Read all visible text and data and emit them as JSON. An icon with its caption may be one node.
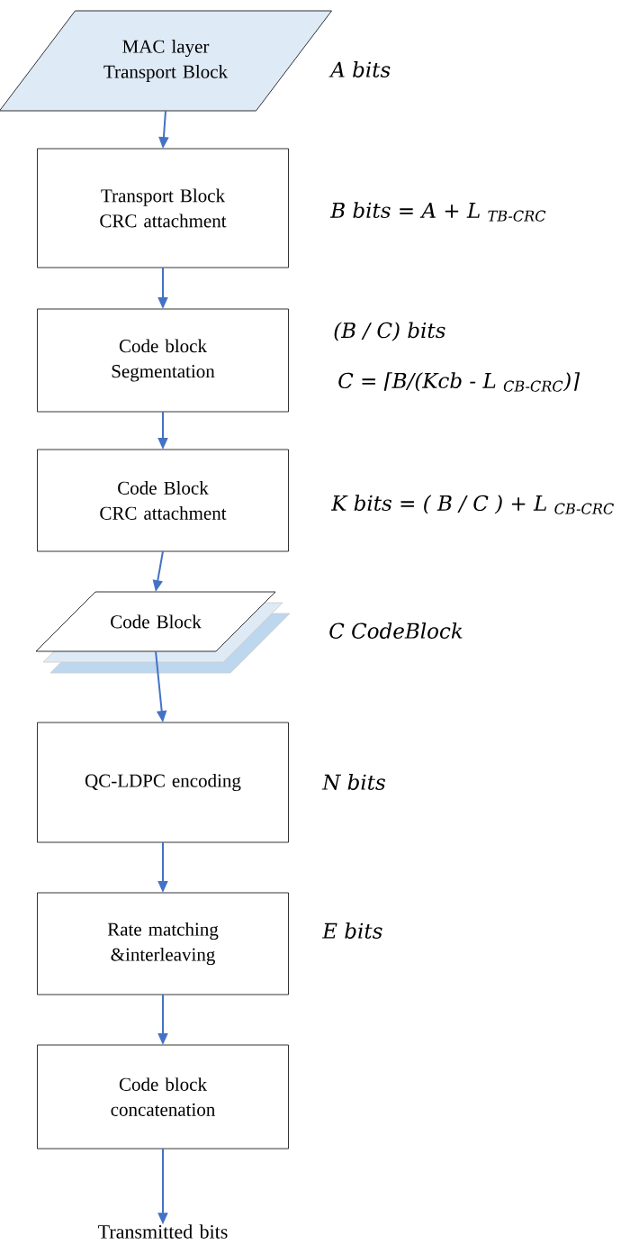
{
  "diagram": {
    "nodes": [
      {
        "text": [
          "MAC layer Transport Block"
        ],
        "beside": [
          "A bits"
        ]
      },
      {
        "text": [
          "Transport Block CRC attachment"
        ],
        "beside": [
          "B bits = A + L $_{TB-CRC}$"
        ]
      },
      {
        "text": [
          "Code block Segmentation"
        ],
        "beside": [
          "(B / C) bits",
          "C = ⌈B/(Kcb - L $_{CB-CRC}$)⌉"
        ]
      },
      {
        "text": [
          "Code Block CRC attachment"
        ],
        "beside": [
          "K bits = ( B / C ) + L $_{CB-CRC}$"
        ]
      },
      {
        "text": [
          "Code Block"
        ],
        "beside": [
          "C CodeBlock"
        ]
      },
      {
        "text": [
          "QC-LDPC encoding"
        ],
        "beside": [
          "N bits"
        ]
      },
      {
        "text": [
          "Rate matching &interleaving"
        ],
        "beside": [
          "E bits"
        ]
      },
      {
        "text": [
          "Code block concatenation"
        ]
      },
      {
        "text": [
          "Transmitted bits"
        ]
      }
    ],
    "edges": [
      {
        "from": 0,
        "to": 1,
        "arrow": "to"
      },
      {
        "from": 1,
        "to": 2,
        "arrow": "to"
      },
      {
        "from": 2,
        "to": 3,
        "arrow": "to"
      },
      {
        "from": 3,
        "to": 4,
        "arrow": "to"
      },
      {
        "from": 4,
        "to": 5,
        "arrow": "to"
      },
      {
        "from": 5,
        "to": 6,
        "arrow": "to"
      },
      {
        "from": 6,
        "to": 7,
        "arrow": "to"
      },
      {
        "from": 7,
        "to": 8,
        "arrow": "to"
      }
    ]
  }
}
